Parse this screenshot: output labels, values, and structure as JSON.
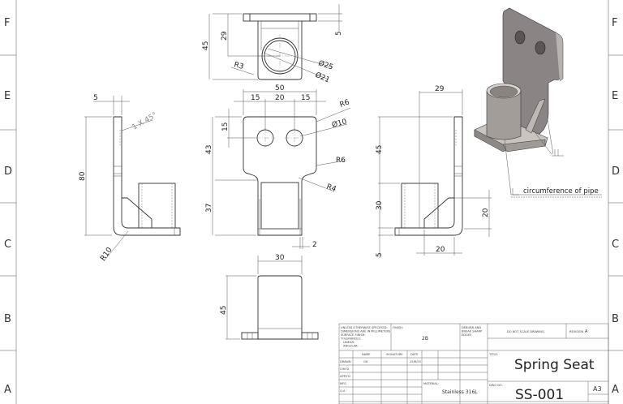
{
  "zones": {
    "left": [
      "F",
      "E",
      "D",
      "C",
      "B",
      "A"
    ],
    "right": [
      "F",
      "E",
      "D",
      "C",
      "B",
      "A"
    ]
  },
  "top_view": {
    "dims": {
      "height": "45",
      "depth": "29",
      "thickness": "5",
      "radius": "R3",
      "outer_dia": "Ø25",
      "inner_dia": "Ø21"
    }
  },
  "front_view": {
    "dims": {
      "width": "50",
      "left_offset": "15",
      "hole_spacing": "20",
      "right_offset": "15",
      "corner_radius": "R6",
      "hole_dia": "Ø10",
      "hole_height": "15",
      "upper_height": "43",
      "lower_height": "37",
      "neck_radius": "R6",
      "inner_radius": "R4",
      "gap": "2"
    }
  },
  "left_view": {
    "dims": {
      "thickness": "5",
      "chamfer": "1 X 45°",
      "height": "80",
      "bend_radius": "R10"
    }
  },
  "right_view": {
    "dims": {
      "offset": "29",
      "upper": "45",
      "cup_height": "30",
      "base": "5",
      "gusset_height": "20",
      "gusset_width": "20"
    }
  },
  "bottom_view": {
    "dims": {
      "width": "30",
      "height": "45"
    }
  },
  "iso_view": {
    "weld_note": "circumference of pipe"
  },
  "title_block": {
    "general_note": [
      "UNLESS OTHERWISE SPECIFIED:",
      "DIMENSIONS ARE IN MILLIMETERS",
      "SURFACE FINISH:",
      "TOLERANCES:",
      "  LINEAR:",
      "  ANGULAR:"
    ],
    "finish_label": "FINISH:",
    "finish_value": "2B",
    "deburr_note": [
      "DEBURR AND",
      "BREAK SHARP",
      "EDGES"
    ],
    "do_not_scale": "DO NOT SCALE DRAWING",
    "revision_label": "REVISION",
    "revision_value": "A",
    "col_headers": {
      "name": "NAME",
      "signature": "SIGNATURE",
      "date": "DATE"
    },
    "rows": [
      "DRAWN",
      "CHK'D",
      "APPV'D",
      "MFG",
      "Q.A"
    ],
    "drawn_name": "GH",
    "drawn_date": "25/6/25",
    "title_label": "TITLE:",
    "title": "Spring Seat",
    "material_label": "MATERIAL:",
    "material": "Stainless 316L",
    "dwg_no_label": "DWG NO.",
    "dwg_no": "SS-001",
    "sheet_size": "A3"
  }
}
